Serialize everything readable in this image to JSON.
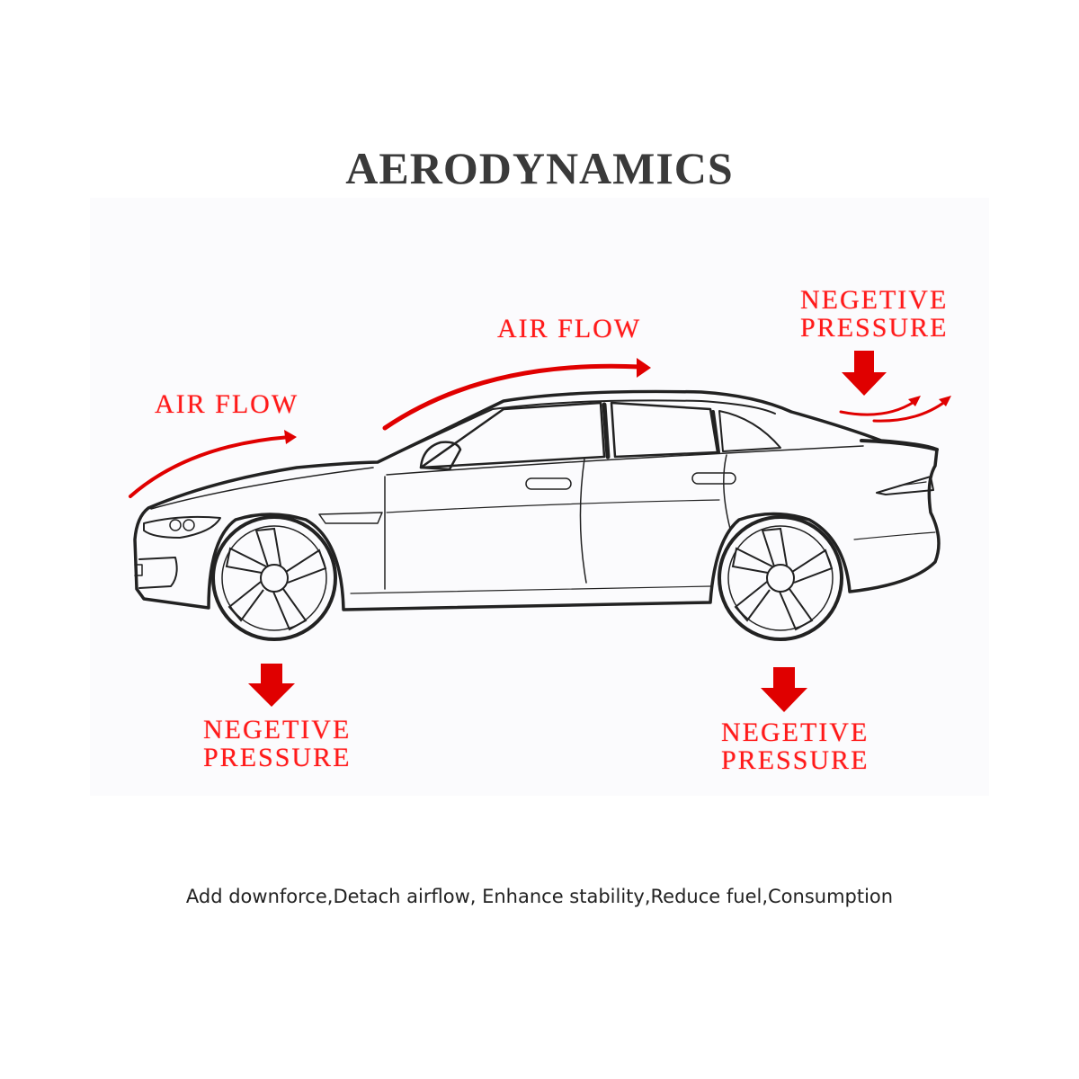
{
  "title": "AERODYNAMICS",
  "labels": {
    "airflow_front": "AIR FLOW",
    "airflow_roof": "AIR FLOW",
    "rear_top": {
      "line1": "NEGETIVE",
      "line2": "PRESSURE"
    },
    "front_bottom": {
      "line1": "NEGETIVE",
      "line2": "PRESSURE"
    },
    "rear_bottom": {
      "line1": "NEGETIVE",
      "line2": "PRESSURE"
    }
  },
  "caption": "Add downforce,Detach airflow, Enhance stability,Reduce fuel,Consumption",
  "colors": {
    "accent": "#ff0000",
    "title": "#3a3a3a",
    "outline": "#222222"
  }
}
